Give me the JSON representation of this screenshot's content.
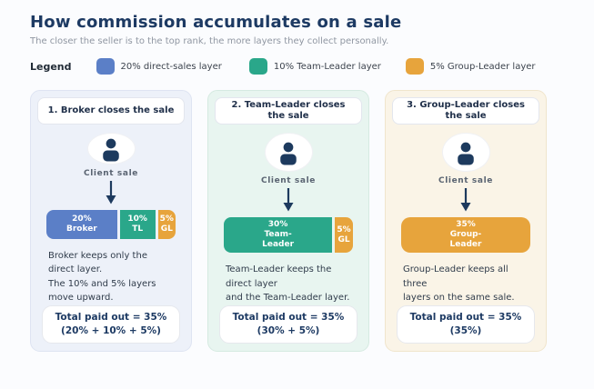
{
  "page": {
    "title": "How commission accumulates on a sale",
    "subtitle": "The closer the seller is to the top rank, the more layers they collect personally."
  },
  "legend": {
    "label": "Legend",
    "items": [
      {
        "color": "#5b7fc7",
        "label": "20% direct-sales layer"
      },
      {
        "color": "#2aa78a",
        "label": "10% Team-Leader layer"
      },
      {
        "color": "#e7a43c",
        "label": "5% Group-Leader layer"
      }
    ]
  },
  "colors": {
    "navy": "#1d3a63",
    "blue": "#5b7fc7",
    "teal": "#2aa78a",
    "orange": "#e7a43c"
  },
  "cards": [
    {
      "header": "1. Broker closes the sale",
      "client_label": "Client sale",
      "bar": [
        {
          "value": 20,
          "color": "#5b7fc7",
          "lines": [
            "20%",
            "Broker"
          ]
        },
        {
          "value": 10,
          "color": "#2aa78a",
          "lines": [
            "10%",
            "TL"
          ]
        },
        {
          "value": 5,
          "color": "#e7a43c",
          "lines": [
            "5%",
            "GL"
          ]
        }
      ],
      "desc_lines": [
        "Broker keeps only the direct layer.",
        "The 10% and 5% layers move upward."
      ],
      "total_lines": [
        "Total paid out = 35%",
        "(20% + 10% + 5%)"
      ]
    },
    {
      "header": "2. Team-Leader closes the sale",
      "client_label": "Client sale",
      "bar": [
        {
          "value": 30,
          "color": "#2aa78a",
          "lines": [
            "30%",
            "Team-",
            "Leader"
          ]
        },
        {
          "value": 5,
          "color": "#e7a43c",
          "lines": [
            "5%",
            "GL"
          ]
        }
      ],
      "desc_lines": [
        "Team-Leader keeps the direct layer",
        "and the Team-Leader layer."
      ],
      "total_lines": [
        "Total paid out = 35%",
        "(30% + 5%)"
      ]
    },
    {
      "header": "3. Group-Leader closes the sale",
      "client_label": "Client sale",
      "bar": [
        {
          "value": 35,
          "color": "#e7a43c",
          "lines": [
            "35%",
            "Group-",
            "Leader"
          ]
        }
      ],
      "desc_lines": [
        "Group-Leader keeps all three",
        "layers on the same sale."
      ],
      "total_lines": [
        "Total paid out = 35%",
        "(35%)"
      ]
    }
  ]
}
